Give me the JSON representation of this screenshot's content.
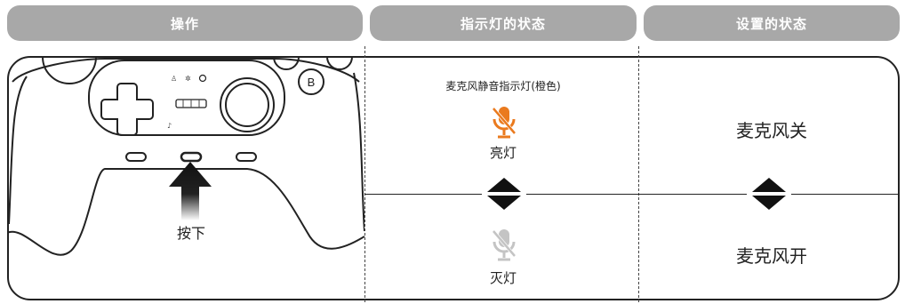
{
  "headers": {
    "operation": "操作",
    "indicator": "指示灯的状态",
    "setting": "设置的状态"
  },
  "operation": {
    "press_label": "按下"
  },
  "indicator": {
    "title": "麦克风静音指示灯(橙色)",
    "on_label": "亮灯",
    "off_label": "灭灯",
    "on_color": "#ea7a1e",
    "off_color": "#c4c4c4"
  },
  "setting": {
    "mic_off": "麦克风关",
    "mic_on": "麦克风开"
  },
  "icons": {
    "mic_muted": "mic-muted-icon",
    "toggle": "up-down-arrow-icon",
    "press": "up-arrow-icon"
  }
}
